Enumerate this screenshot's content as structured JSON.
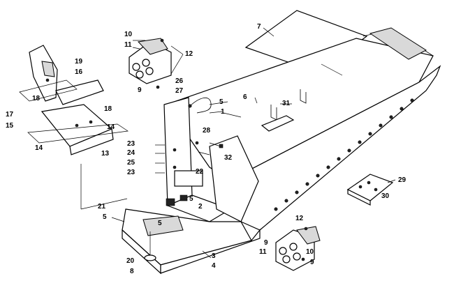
{
  "callouts": [
    {
      "id": "c7",
      "text": "7"
    },
    {
      "id": "c10a",
      "text": "10"
    },
    {
      "id": "c11a",
      "text": "11"
    },
    {
      "id": "c12a",
      "text": "12"
    },
    {
      "id": "c9a",
      "text": "9"
    },
    {
      "id": "c19",
      "text": "19"
    },
    {
      "id": "c16",
      "text": "16"
    },
    {
      "id": "c18a",
      "text": "18"
    },
    {
      "id": "c18b",
      "text": "18"
    },
    {
      "id": "c17",
      "text": "17"
    },
    {
      "id": "c15",
      "text": "15"
    },
    {
      "id": "c14a",
      "text": "14"
    },
    {
      "id": "c14b",
      "text": "14"
    },
    {
      "id": "c13",
      "text": "13"
    },
    {
      "id": "c26",
      "text": "26"
    },
    {
      "id": "c27",
      "text": "27"
    },
    {
      "id": "c5a",
      "text": "5"
    },
    {
      "id": "c1",
      "text": "1"
    },
    {
      "id": "c6",
      "text": "6"
    },
    {
      "id": "c31",
      "text": "31"
    },
    {
      "id": "c28",
      "text": "28"
    },
    {
      "id": "c23a",
      "text": "23"
    },
    {
      "id": "c24",
      "text": "24"
    },
    {
      "id": "c25",
      "text": "25"
    },
    {
      "id": "c23b",
      "text": "23"
    },
    {
      "id": "c32",
      "text": "32"
    },
    {
      "id": "c22",
      "text": "22"
    },
    {
      "id": "c29",
      "text": "29"
    },
    {
      "id": "c30",
      "text": "30"
    },
    {
      "id": "c21",
      "text": "21"
    },
    {
      "id": "c5b",
      "text": "5"
    },
    {
      "id": "c5c",
      "text": "5"
    },
    {
      "id": "c2",
      "text": "2"
    },
    {
      "id": "c5d",
      "text": "5"
    },
    {
      "id": "c12b",
      "text": "12"
    },
    {
      "id": "c9b",
      "text": "9"
    },
    {
      "id": "c10b",
      "text": "10"
    },
    {
      "id": "c11b",
      "text": "11"
    },
    {
      "id": "c9c",
      "text": "9"
    },
    {
      "id": "c3",
      "text": "3"
    },
    {
      "id": "c4",
      "text": "4"
    },
    {
      "id": "c20",
      "text": "20"
    },
    {
      "id": "c8",
      "text": "8"
    }
  ]
}
